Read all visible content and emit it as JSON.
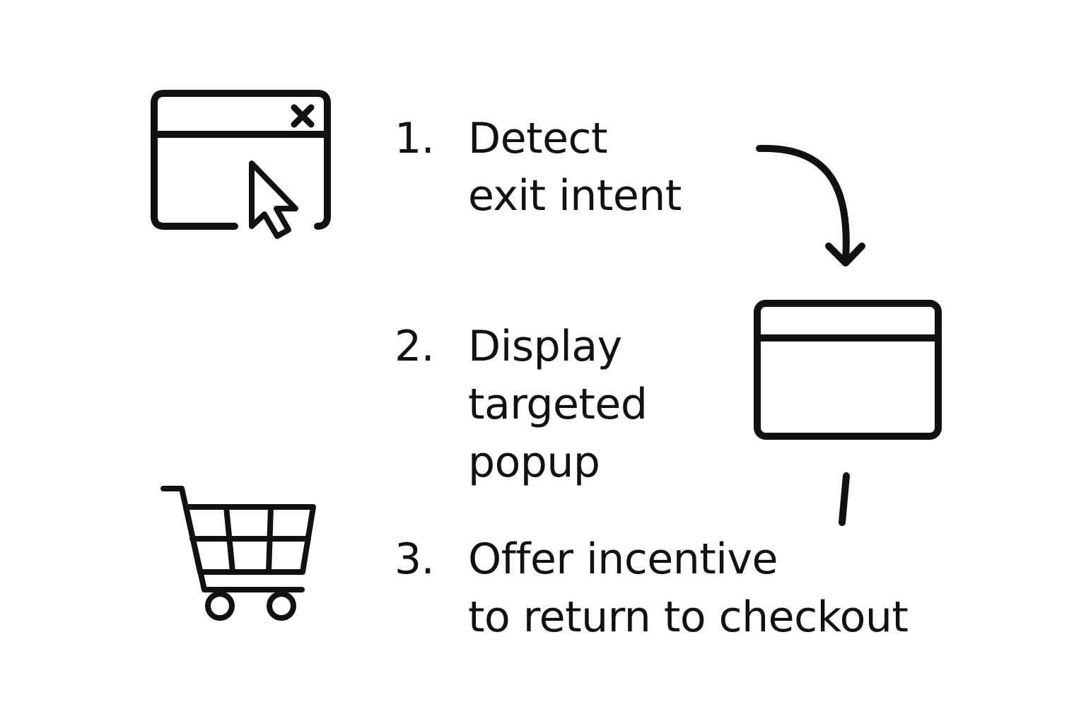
{
  "steps": [
    {
      "number": "1.",
      "lines": [
        "Detect",
        "exit intent"
      ],
      "icon": "browser-window-cursor-icon"
    },
    {
      "number": "2.",
      "lines": [
        "Display",
        "targeted",
        "popup"
      ],
      "icon": "popup-window-icon"
    },
    {
      "number": "3.",
      "lines": [
        "Offer incentive",
        "to return to checkout"
      ],
      "icon": "shopping-cart-icon"
    }
  ],
  "connectors": [
    "curved-arrow-icon",
    "connector-line"
  ],
  "colors": {
    "ink": "#111111",
    "background": "#ffffff"
  }
}
